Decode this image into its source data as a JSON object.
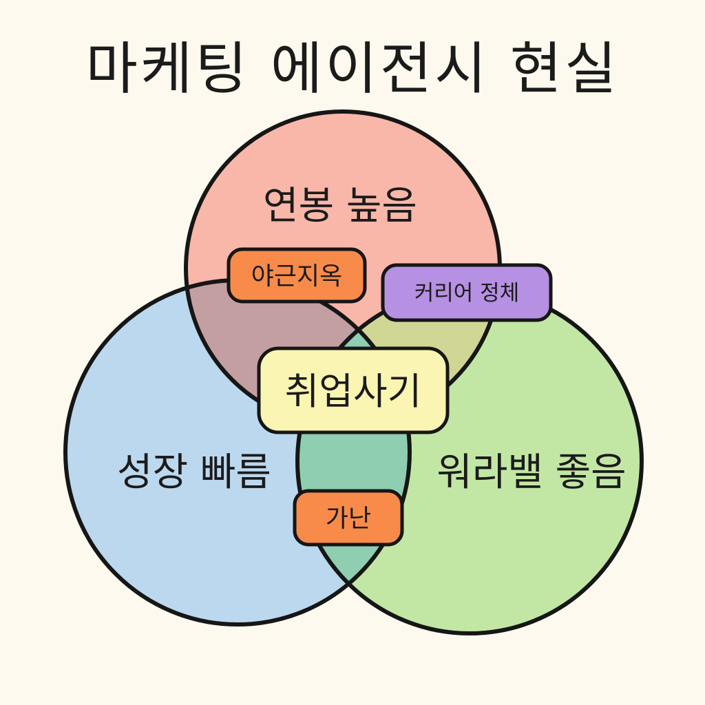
{
  "title": "마케팅 에이전시 현실",
  "colors": {
    "background": "#fdf9ee",
    "circle_top": "#f8b7a9",
    "circle_left": "#bcd8ef",
    "circle_right": "#c2e7a4",
    "overlap_top_left": "#c49fa2",
    "overlap_top_right": "#cfd694",
    "overlap_left_right": "#8fceb0",
    "tag_orange": "#f88b4a",
    "tag_purple": "#b690e2",
    "tag_yellow": "#fbf5b3"
  },
  "sets": {
    "top": "연봉 높음",
    "left": "성장 빠름",
    "right": "워라밸 좋음"
  },
  "intersections": {
    "top_left": "야근지옥",
    "top_right": "커리어 정체",
    "center": "취업사기",
    "left_right": "가난"
  }
}
